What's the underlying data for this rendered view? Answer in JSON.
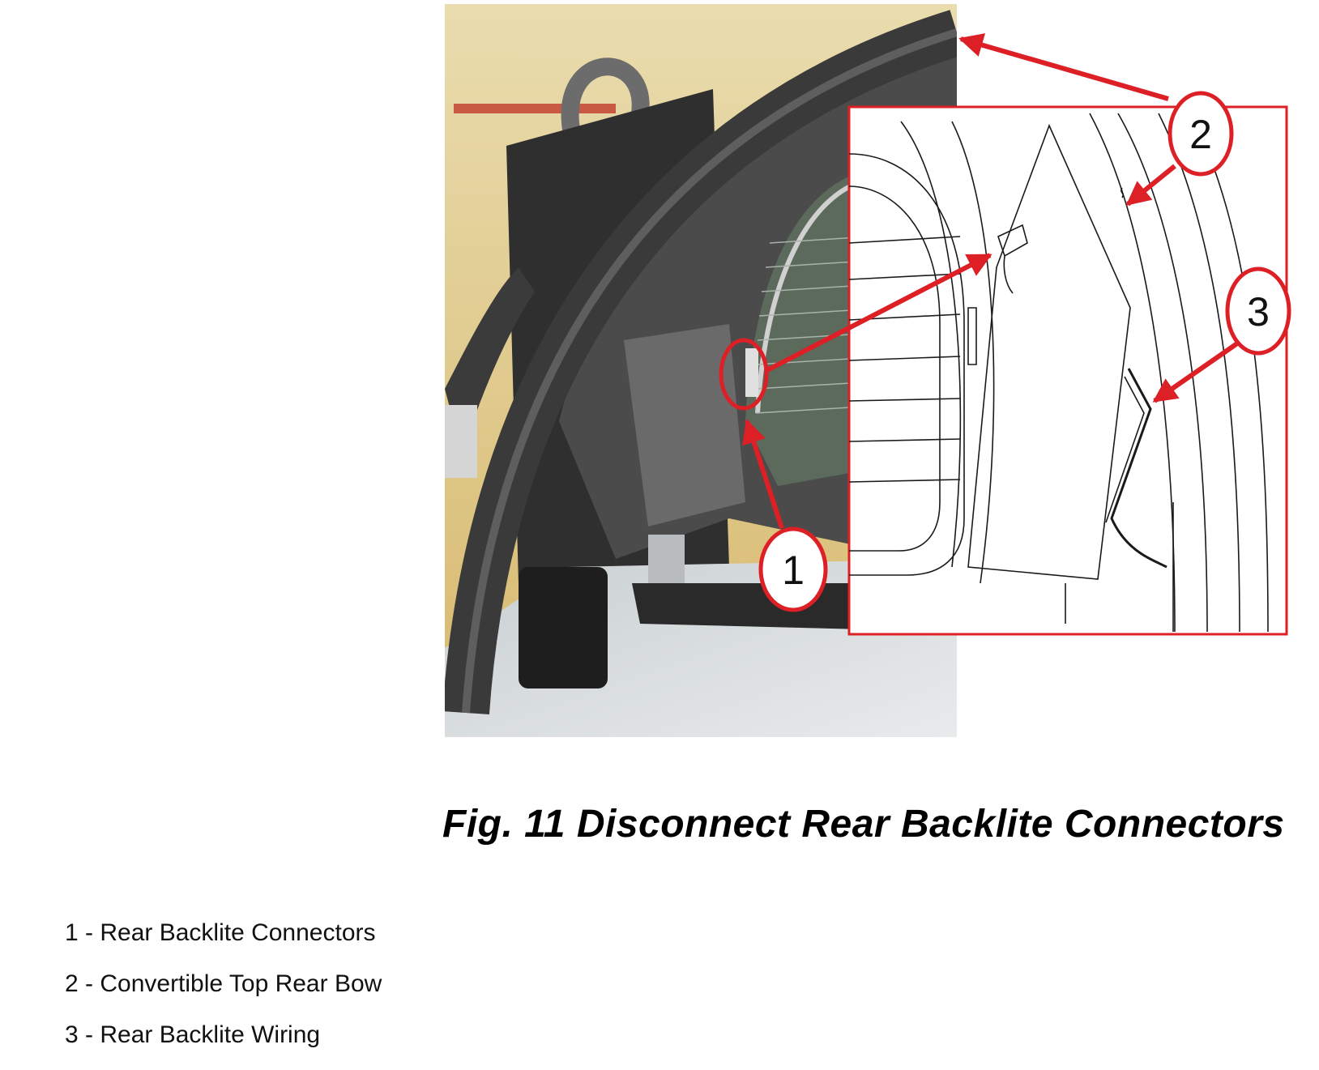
{
  "figure": {
    "caption": "Fig. 11 Disconnect Rear Backlite Connectors",
    "callouts": [
      "1",
      "2",
      "3"
    ],
    "callout_color": "#dd1f26"
  },
  "legend": [
    "1 - Rear Backlite Connectors",
    "2 - Convertible Top Rear Bow",
    "3 - Rear Backlite Wiring"
  ]
}
